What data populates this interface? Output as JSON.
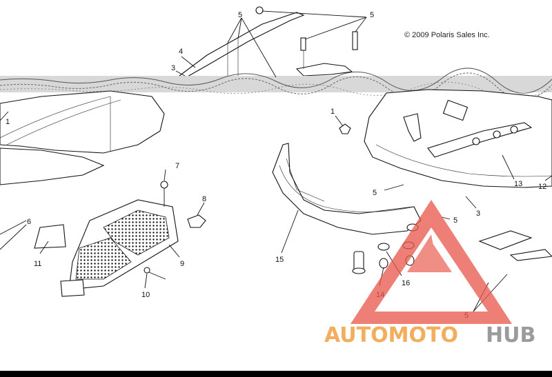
{
  "copyright": "© 2009 Polaris Sales Inc.",
  "watermark": {
    "brand_part1": "AUTOMOTO",
    "brand_part2": "HUB",
    "colors": {
      "triangle": "#e8584c",
      "auto": "#f0a040",
      "moto": "#e8584c",
      "hub": "#8a8a8a"
    }
  },
  "callouts": {
    "c1": "1",
    "c1b": "1",
    "c3a": "3",
    "c3b": "3",
    "c4": "4",
    "c5a": "5",
    "c5b": "5",
    "c5c": "5",
    "c5d": "5",
    "c5e": "5",
    "c6": "6",
    "c7": "7",
    "c8": "8",
    "c9": "9",
    "c10": "10",
    "c11": "11",
    "c12": "12",
    "c13": "13",
    "c14": "14",
    "c15": "15",
    "c16": "16"
  }
}
